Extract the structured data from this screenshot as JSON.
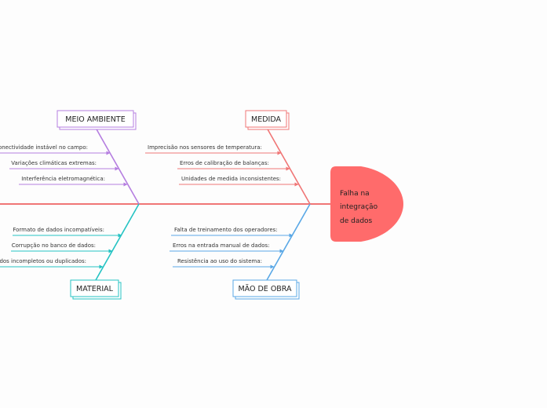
{
  "head": {
    "lines": [
      "Falha na",
      "integração",
      "de dados"
    ],
    "color": "#ff6b6b"
  },
  "spine_color": "#f07676",
  "categories": {
    "meio_ambiente": {
      "title": "MEIO AMBIENTE",
      "color": "#b57ee0",
      "causes": [
        "Conectividade instável no campo:",
        "Variações climáticas extremas:",
        "Interferência eletromagnética:"
      ]
    },
    "medida": {
      "title": "MEDIDA",
      "color": "#f07676",
      "causes": [
        "Imprecisão nos sensores de temperatura:",
        "Erros de calibração de balanças:",
        "Unidades de medida inconsistentes:"
      ]
    },
    "material": {
      "title": "MATERIAL",
      "color": "#25c3c3",
      "causes": [
        "Formato de dados incompatíveis:",
        "Corrupção no banco de dados:",
        "Dados incompletos ou duplicados:"
      ]
    },
    "mao_de_obra": {
      "title": "MÃO DE OBRA",
      "color": "#5aa8e6",
      "causes": [
        "Falta de treinamento dos operadores:",
        "Erros na entrada manual de dados:",
        "Resistência ao uso do sistema:"
      ]
    }
  }
}
